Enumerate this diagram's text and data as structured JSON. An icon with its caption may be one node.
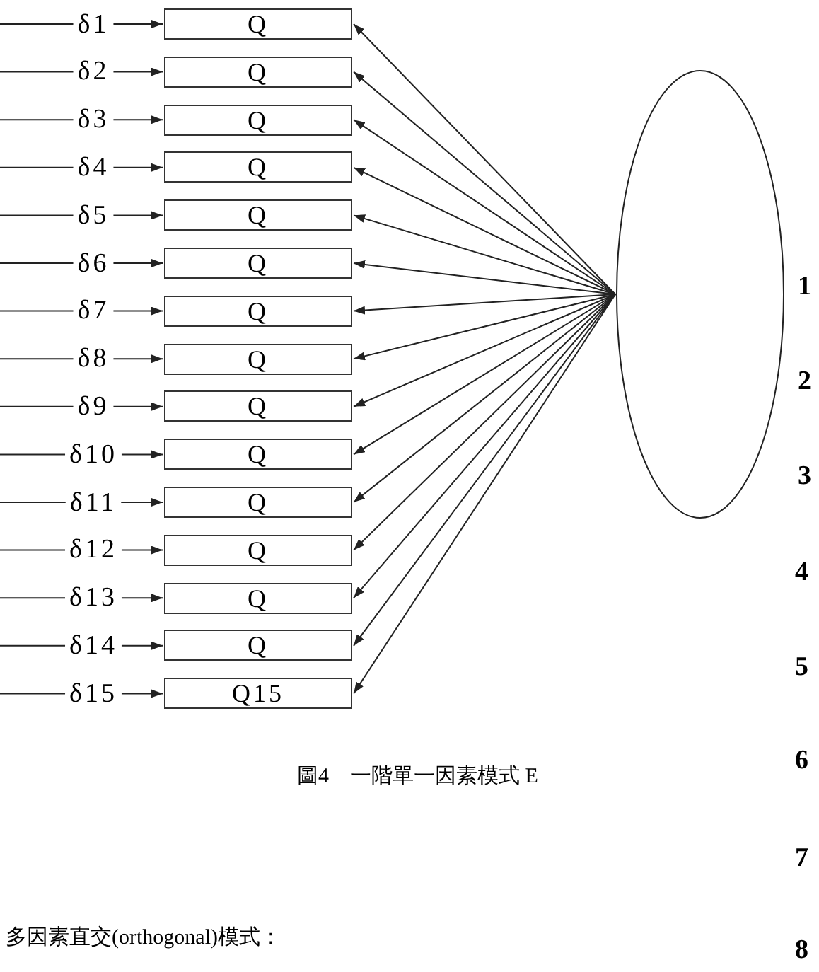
{
  "diagram": {
    "caption": "圖4　一階單一因素模式 E",
    "nodes": [
      {
        "text": [
          "δ1"
        ]
      },
      {
        "text": [
          "δ2"
        ]
      },
      {
        "text": [
          "δ3"
        ]
      },
      {
        "text": [
          "δ4"
        ]
      },
      {
        "text": [
          "δ5"
        ]
      },
      {
        "text": [
          "δ6"
        ]
      },
      {
        "text": [
          "δ7"
        ]
      },
      {
        "text": [
          "δ8"
        ]
      },
      {
        "text": [
          "δ9"
        ]
      },
      {
        "text": [
          "δ10"
        ]
      },
      {
        "text": [
          "δ11"
        ]
      },
      {
        "text": [
          "δ12"
        ]
      },
      {
        "text": [
          "δ13"
        ]
      },
      {
        "text": [
          "δ14"
        ]
      },
      {
        "text": [
          "δ15"
        ]
      },
      {
        "text": [
          "Q"
        ]
      },
      {
        "text": [
          "Q"
        ]
      },
      {
        "text": [
          "Q"
        ]
      },
      {
        "text": [
          "Q"
        ]
      },
      {
        "text": [
          "Q"
        ]
      },
      {
        "text": [
          "Q"
        ]
      },
      {
        "text": [
          "Q"
        ]
      },
      {
        "text": [
          "Q"
        ]
      },
      {
        "text": [
          "Q"
        ]
      },
      {
        "text": [
          "Q"
        ]
      },
      {
        "text": [
          "Q"
        ]
      },
      {
        "text": [
          "Q"
        ]
      },
      {
        "text": [
          "Q"
        ]
      },
      {
        "text": [
          "Q"
        ]
      },
      {
        "text": [
          "Q15"
        ]
      },
      {
        "text": [],
        "shape": "ellipse"
      }
    ],
    "edges": [
      {
        "from": null,
        "to": 0,
        "arrow": "none"
      },
      {
        "from": null,
        "to": 1,
        "arrow": "none"
      },
      {
        "from": null,
        "to": 2,
        "arrow": "none"
      },
      {
        "from": null,
        "to": 3,
        "arrow": "none"
      },
      {
        "from": null,
        "to": 4,
        "arrow": "none"
      },
      {
        "from": null,
        "to": 5,
        "arrow": "none"
      },
      {
        "from": null,
        "to": 6,
        "arrow": "none"
      },
      {
        "from": null,
        "to": 7,
        "arrow": "none"
      },
      {
        "from": null,
        "to": 8,
        "arrow": "none"
      },
      {
        "from": null,
        "to": 9,
        "arrow": "none"
      },
      {
        "from": null,
        "to": 10,
        "arrow": "none"
      },
      {
        "from": null,
        "to": 11,
        "arrow": "none"
      },
      {
        "from": null,
        "to": 12,
        "arrow": "none"
      },
      {
        "from": null,
        "to": 13,
        "arrow": "none"
      },
      {
        "from": null,
        "to": 14,
        "arrow": "none"
      },
      {
        "from": 0,
        "to": 15,
        "arrow": "to"
      },
      {
        "from": 1,
        "to": 16,
        "arrow": "to"
      },
      {
        "from": 2,
        "to": 17,
        "arrow": "to"
      },
      {
        "from": 3,
        "to": 18,
        "arrow": "to"
      },
      {
        "from": 4,
        "to": 19,
        "arrow": "to"
      },
      {
        "from": 5,
        "to": 20,
        "arrow": "to"
      },
      {
        "from": 6,
        "to": 21,
        "arrow": "to"
      },
      {
        "from": 7,
        "to": 22,
        "arrow": "to"
      },
      {
        "from": 8,
        "to": 23,
        "arrow": "to"
      },
      {
        "from": 9,
        "to": 24,
        "arrow": "to"
      },
      {
        "from": 10,
        "to": 25,
        "arrow": "to"
      },
      {
        "from": 11,
        "to": 26,
        "arrow": "to"
      },
      {
        "from": 12,
        "to": 27,
        "arrow": "to"
      },
      {
        "from": 13,
        "to": 28,
        "arrow": "to"
      },
      {
        "from": 14,
        "to": 29,
        "arrow": "to"
      },
      {
        "from": 30,
        "to": 15,
        "arrow": "to"
      },
      {
        "from": 30,
        "to": 16,
        "arrow": "to"
      },
      {
        "from": 30,
        "to": 17,
        "arrow": "to"
      },
      {
        "from": 30,
        "to": 18,
        "arrow": "to"
      },
      {
        "from": 30,
        "to": 19,
        "arrow": "to"
      },
      {
        "from": 30,
        "to": 20,
        "arrow": "to"
      },
      {
        "from": 30,
        "to": 21,
        "arrow": "to"
      },
      {
        "from": 30,
        "to": 22,
        "arrow": "to"
      },
      {
        "from": 30,
        "to": 23,
        "arrow": "to"
      },
      {
        "from": 30,
        "to": 24,
        "arrow": "to"
      },
      {
        "from": 30,
        "to": 25,
        "arrow": "to"
      },
      {
        "from": 30,
        "to": 26,
        "arrow": "to"
      },
      {
        "from": 30,
        "to": 27,
        "arrow": "to"
      },
      {
        "from": 30,
        "to": 28,
        "arrow": "to"
      },
      {
        "from": 30,
        "to": 29,
        "arrow": "to"
      }
    ],
    "labels": [
      "1",
      "2",
      "3",
      "4",
      "5",
      "6",
      "7",
      "8",
      "多因素直交(orthogonal)模式："
    ]
  }
}
